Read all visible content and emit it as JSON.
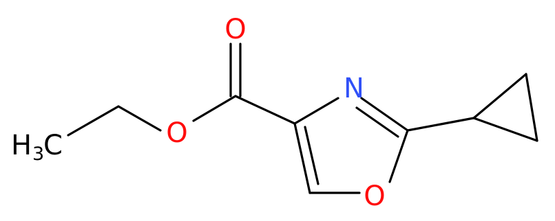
{
  "molecule": {
    "atoms": {
      "o_carbonyl": {
        "symbol": "O",
        "color": "#ff0d0d"
      },
      "o_ester": {
        "symbol": "O",
        "color": "#ff0d0d"
      },
      "o_ring": {
        "symbol": "O",
        "color": "#ff0d0d"
      },
      "n_ring": {
        "symbol": "N",
        "color": "#3050f8"
      },
      "methyl": {
        "h": "H",
        "subscript": "3",
        "c": "C",
        "color": "#000000"
      }
    },
    "bond_color": "#000000"
  }
}
